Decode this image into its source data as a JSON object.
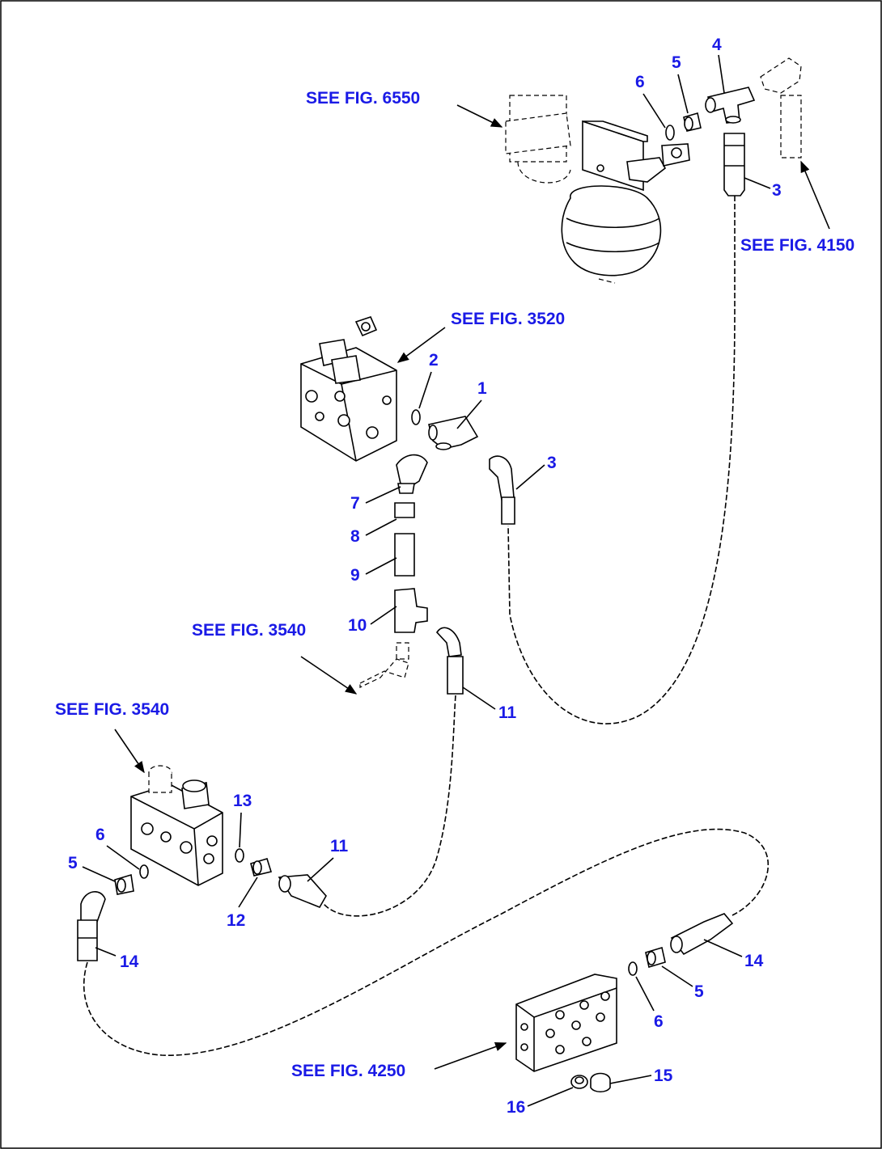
{
  "refs": {
    "fig6550": "SEE FIG. 6550",
    "fig4150": "SEE FIG. 4150",
    "fig3520": "SEE FIG. 3520",
    "fig3540_upper": "SEE FIG. 3540",
    "fig3540_left": "SEE FIG. 3540",
    "fig4250": "SEE FIG. 4250"
  },
  "callouts": {
    "top": {
      "n4": "4",
      "n5": "5",
      "n6": "6",
      "n3": "3"
    },
    "mid": {
      "n1": "1",
      "n2": "2",
      "n3": "3",
      "n7": "7",
      "n8": "8",
      "n9": "9",
      "n10": "10",
      "n11": "11"
    },
    "left": {
      "n5": "5",
      "n6": "6",
      "n11": "11",
      "n12": "12",
      "n13": "13",
      "n14": "14"
    },
    "bottom": {
      "n14": "14",
      "n5": "5",
      "n6": "6",
      "n15": "15",
      "n16": "16"
    }
  }
}
